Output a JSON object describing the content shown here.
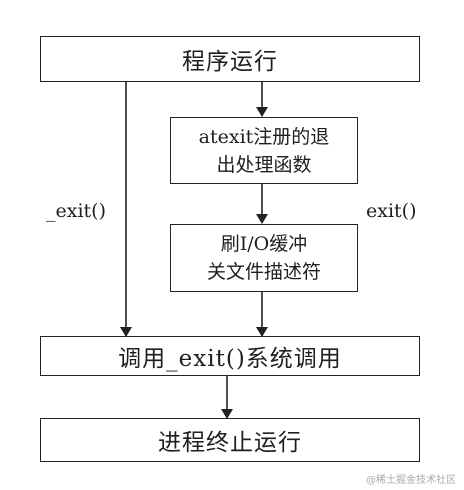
{
  "nodes": {
    "program_run": "程序运行",
    "atexit": [
      "atexit注册的退",
      "出处理函数"
    ],
    "flush": [
      "刷I/O缓冲",
      "关文件描述符"
    ],
    "call_exit": "调用_exit()系统调用",
    "terminate": "进程终止运行"
  },
  "edges": {
    "left_label": "_exit()",
    "right_label": "exit()"
  },
  "watermark": "@稀土掘金技术社区"
}
